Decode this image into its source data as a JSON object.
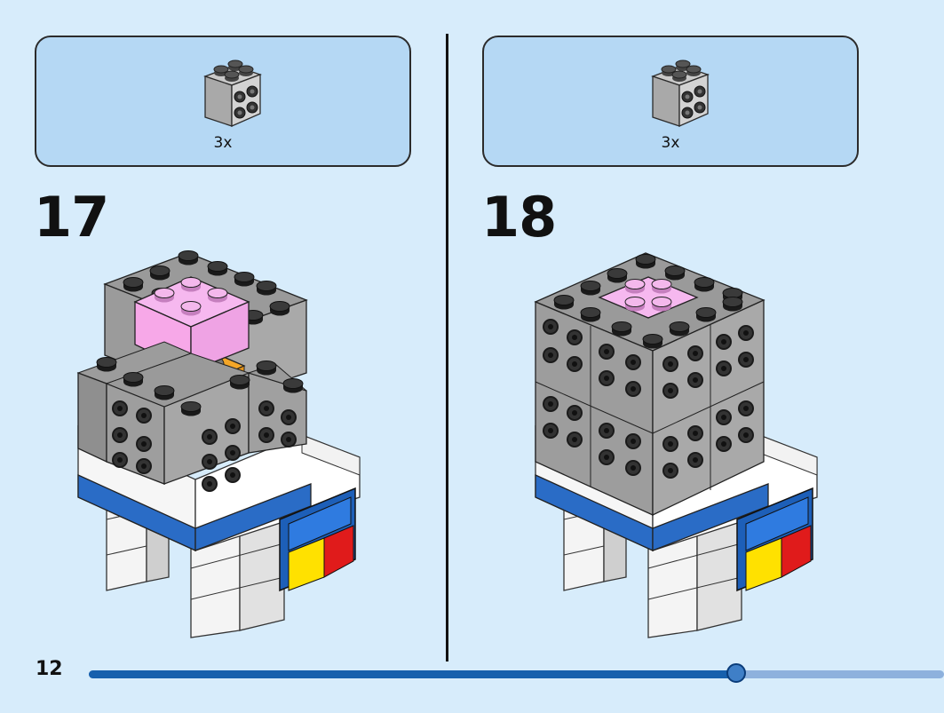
{
  "steps": [
    {
      "number": "17",
      "parts": [
        {
          "icon": "gray-2x2-brick-with-studs-on-side-icon",
          "qty": "3x"
        }
      ]
    },
    {
      "number": "18",
      "parts": [
        {
          "icon": "gray-2x2-brick-with-studs-on-side-icon",
          "qty": "3x"
        }
      ]
    }
  ],
  "page": {
    "number": "12"
  },
  "progress": {
    "fraction": 0.757
  },
  "colors": {
    "background": "#d7ecfb",
    "parts_box": "#b5d8f4",
    "progress_fill": "#1760ad",
    "progress_track": "#8eb1dd"
  }
}
